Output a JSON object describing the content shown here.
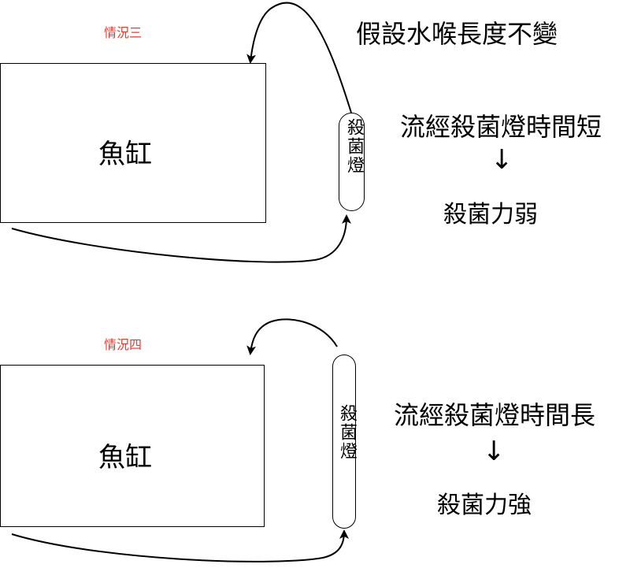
{
  "assumption": "假設水喉長度不變",
  "case3": {
    "label": "情況三",
    "tank": "魚缸",
    "lamp": "殺菌燈",
    "cause": "流經殺菌燈時間短",
    "arrow": "↓",
    "effect": "殺菌力弱"
  },
  "case4": {
    "label": "情況四",
    "tank": "魚缸",
    "lamp": "殺菌燈",
    "cause": "流經殺菌燈時間長",
    "arrow": "↓",
    "effect": "殺菌力強"
  },
  "colors": {
    "case_label": "#e83a2e",
    "lines": "#000000"
  }
}
